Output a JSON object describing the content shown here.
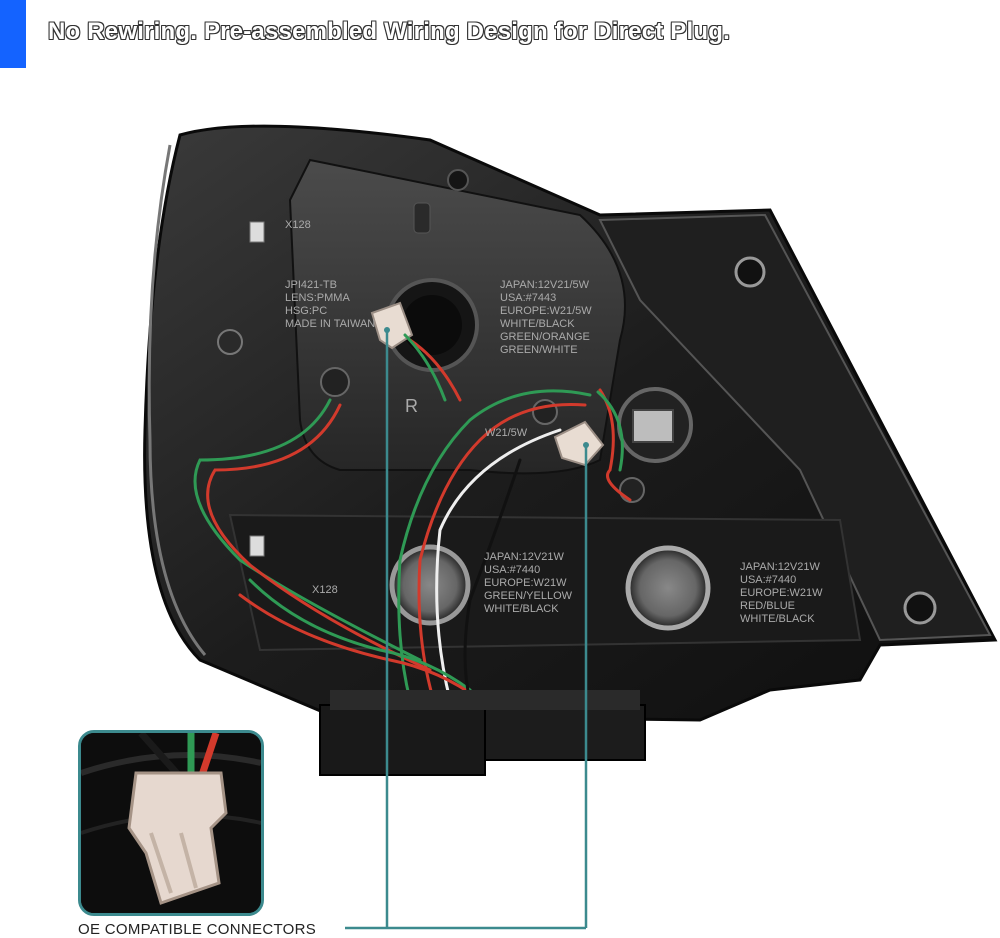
{
  "header": {
    "headline": "No Rewiring. Pre-assembled Wiring Design for Direct Plug.",
    "accent_color": "#1463ff"
  },
  "product_image": {
    "housing_molding": [
      "JPI421-TB",
      "LENS:PMMA",
      "HSG:PC",
      "MADE IN TAIWAN"
    ],
    "bulb_spec_upper": [
      "JAPAN:12V21/5W",
      "USA:#7443",
      "EUROPE:W21/5W",
      "WHITE/BLACK",
      "GREEN/ORANGE",
      "GREEN/WHITE"
    ],
    "bulb_spec_lower_left": [
      "JAPAN:12V21W",
      "USA:#7440",
      "EUROPE:W21W",
      "GREEN/YELLOW",
      "WHITE/BLACK"
    ],
    "bulb_spec_lower_right": [
      "JAPAN:12V21W",
      "USA:#7440",
      "EUROPE:W21W",
      "RED/BLUE",
      "WHITE/BLACK"
    ],
    "socket_mark": "W21/5W",
    "part_code": "X128",
    "side_mark": "R"
  },
  "callout": {
    "label": "OE COMPATIBLE CONNECTORS",
    "line_color": "#3c8a8e"
  }
}
